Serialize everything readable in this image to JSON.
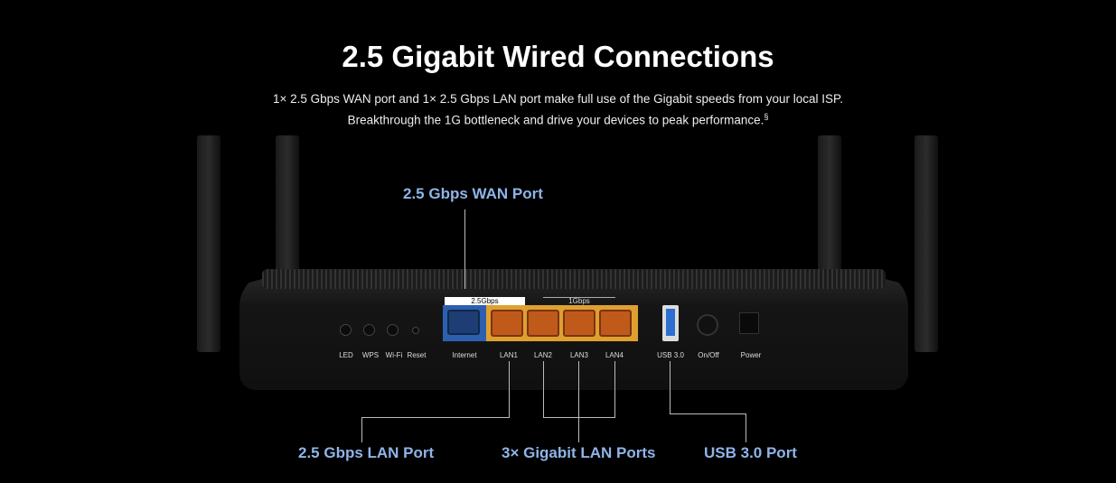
{
  "header": {
    "title": "2.5 Gigabit Wired Connections",
    "subtitle_line1": "1× 2.5 Gbps WAN port and 1× 2.5 Gbps LAN port make full use of the Gigabit speeds from your local ISP.",
    "subtitle_line2": "Breakthrough the 1G bottleneck and drive your devices to peak performance.",
    "footnote": "§"
  },
  "router": {
    "wan_speed": "2.5Gbps",
    "lan_speed": "1Gbps",
    "labels": [
      "LED",
      "WPS",
      "Wi-Fi",
      "Reset",
      "Internet",
      "LAN1",
      "LAN2",
      "LAN3",
      "LAN4",
      "USB 3.0",
      "On/Off",
      "Power"
    ]
  },
  "callouts": {
    "wan": "2.5 Gbps WAN Port",
    "lan25": "2.5 Gbps LAN Port",
    "gig": "3× Gigabit LAN Ports",
    "usb": "USB 3.0 Port"
  },
  "colors": {
    "accent": "#8fb4e8",
    "wan_port": "#2d5fb0",
    "lan_ports": "#e0a030"
  }
}
